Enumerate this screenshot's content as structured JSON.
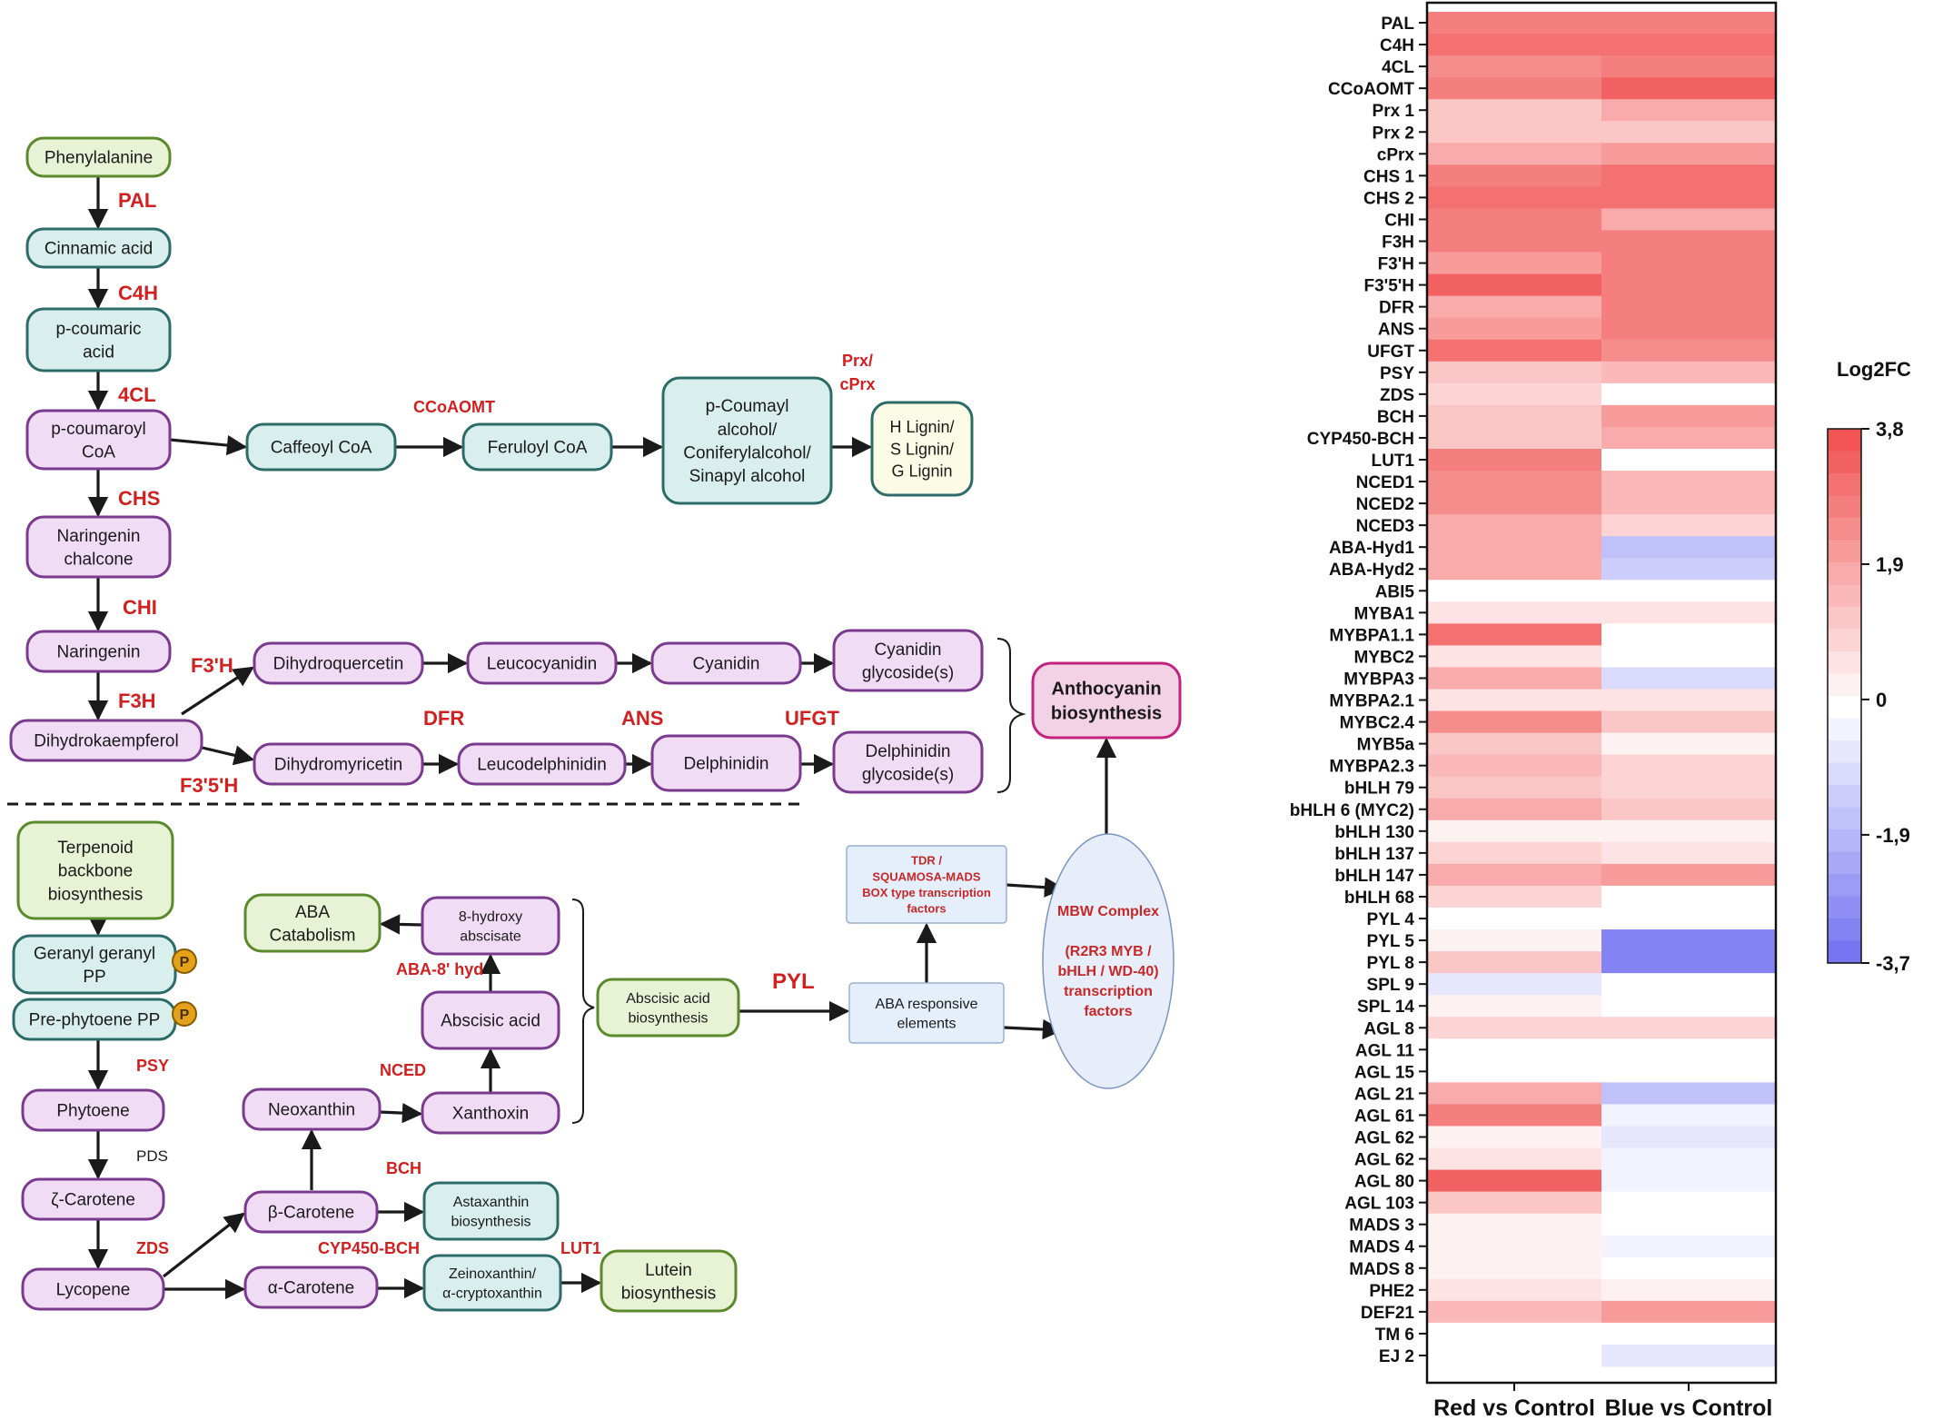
{
  "pathway": {
    "nodes": {
      "phenylalanine": [
        "Phenylalanine"
      ],
      "cinnamic": [
        "Cinnamic acid"
      ],
      "pcoumaric": [
        "p-coumaric",
        "acid"
      ],
      "pcoumaroyl": [
        "p-coumaroyl",
        "CoA"
      ],
      "caffeoyl": [
        "Caffeoyl CoA"
      ],
      "feruloyl": [
        "Feruloyl CoA"
      ],
      "alcohols": [
        "p-Coumayl",
        "alcohol/",
        "Coniferylalcohol/",
        "Sinapyl alcohol"
      ],
      "lignin": [
        "H Lignin/",
        "S Lignin/",
        "G Lignin"
      ],
      "naringenin_chalcone": [
        "Naringenin",
        "chalcone"
      ],
      "naringenin": [
        "Naringenin"
      ],
      "dihydrokaempferol": [
        "Dihydrokaempferol"
      ],
      "dihydroquercetin": [
        "Dihydroquercetin"
      ],
      "leucocyanidin": [
        "Leucocyanidin"
      ],
      "cyanidin": [
        "Cyanidin"
      ],
      "cyanidin_glyc": [
        "Cyanidin",
        "glycoside(s)"
      ],
      "dihydromyricetin": [
        "Dihydromyricetin"
      ],
      "leucodelphinidin": [
        "Leucodelphinidin"
      ],
      "delphinidin": [
        "Delphinidin"
      ],
      "delphinidin_glyc": [
        "Delphinidin",
        "glycoside(s)"
      ],
      "anthocyanin": [
        "Anthocyanin",
        "biosynthesis"
      ],
      "terpenoid": [
        "Terpenoid",
        "backbone",
        "biosynthesis"
      ],
      "ggpp": [
        "Geranyl geranyl",
        "PP"
      ],
      "prephytoene": [
        "Pre-phytoene PP"
      ],
      "phytoene": [
        "Phytoene"
      ],
      "zcarotene": [
        "ζ-Carotene"
      ],
      "lycopene": [
        "Lycopene"
      ],
      "bcarotene": [
        "β-Carotene"
      ],
      "acarotene": [
        "α-Carotene"
      ],
      "astaxanthin": [
        "Astaxanthin",
        "biosynthesis"
      ],
      "zeinoxanthin": [
        "Zeinoxanthin/",
        "α-cryptoxanthin"
      ],
      "lutein": [
        "Lutein",
        "biosynthesis"
      ],
      "neoxanthin": [
        "Neoxanthin"
      ],
      "xanthoxin": [
        "Xanthoxin"
      ],
      "abscisic_acid": [
        "Abscisic acid"
      ],
      "hydroxy_abscisate": [
        "8-hydroxy",
        "abscisate"
      ],
      "aba_catabolism": [
        "ABA",
        "Catabolism"
      ],
      "aba_biosynthesis": [
        "Abscisic acid",
        "biosynthesis"
      ],
      "aba_responsive": [
        "ABA responsive",
        "elements"
      ],
      "tdr": [
        "TDR /",
        "SQUAMOSA-MADS",
        "BOX type transcription",
        "factors"
      ],
      "mbw": [
        "MBW Complex",
        "",
        "(R2R3 MYB /",
        "bHLH / WD-40)",
        "transcription",
        "factors"
      ]
    },
    "p_badge": "P",
    "enzymes": {
      "pal": "PAL",
      "c4h": "C4H",
      "4cl": "4CL",
      "chs": "CHS",
      "chi": "CHI",
      "f3h": "F3H",
      "f3ph": "F3'H",
      "f35h": "F3'5'H",
      "dfr": "DFR",
      "ans": "ANS",
      "ufgt": "UFGT",
      "ccoaomt": "CCoAOMT",
      "prx": [
        "Prx/",
        "cPrx"
      ],
      "psy": "PSY",
      "pds": "PDS",
      "zds": "ZDS",
      "bch": "BCH",
      "cyp450bch": "CYP450-BCH",
      "lut1": "LUT1",
      "nced": "NCED",
      "aba8hyd": "ABA-8' hyd",
      "pyl": "PYL"
    }
  },
  "chart_data": {
    "type": "heatmap",
    "title": "",
    "columns": [
      "Red vs Control",
      "Blue vs Control"
    ],
    "rows": [
      "PAL",
      "C4H",
      "4CL",
      "CCoAOMT",
      "Prx 1",
      "Prx 2",
      "cPrx",
      "CHS 1",
      "CHS 2",
      "CHI",
      "F3H",
      "F3'H",
      "F3'5'H",
      "DFR",
      "ANS",
      "UFGT",
      "PSY",
      "ZDS",
      "BCH",
      "CYP450-BCH",
      "LUT1",
      "NCED1",
      "NCED2",
      "NCED3",
      "ABA-Hyd1",
      "ABA-Hyd2",
      "ABI5",
      "MYBA1",
      "MYBPA1.1",
      "MYBC2",
      "MYBPA3",
      "MYBPA2.1",
      "MYBC2.4",
      "MYB5a",
      "MYBPA2.3",
      "bHLH 79",
      "bHLH 6 (MYC2)",
      "bHLH 130",
      "bHLH 137",
      "bHLH 147",
      "bHLH 68",
      "PYL 4",
      "PYL 5",
      "PYL 8",
      "SPL 9",
      "SPL 14",
      "AGL 8",
      "AGL 11",
      "AGL 15",
      "AGL 21",
      "AGL 61",
      "AGL 62",
      "AGL 62",
      "AGL 80",
      "AGL 103",
      "MADS 3",
      "MADS 4",
      "MADS 8",
      "PHE2",
      "DEF21",
      "TM 6",
      "EJ 2"
    ],
    "values": [
      [
        2.9,
        2.9
      ],
      [
        3.3,
        3.3
      ],
      [
        2.5,
        2.9
      ],
      [
        3.0,
        3.6
      ],
      [
        1.3,
        1.8
      ],
      [
        1.2,
        1.4
      ],
      [
        2.0,
        2.3
      ],
      [
        2.9,
        3.3
      ],
      [
        3.1,
        3.3
      ],
      [
        3.0,
        1.9
      ],
      [
        3.0,
        2.9
      ],
      [
        2.2,
        2.9
      ],
      [
        3.4,
        2.7
      ],
      [
        1.9,
        2.9
      ],
      [
        2.3,
        2.9
      ],
      [
        3.2,
        2.4
      ],
      [
        1.3,
        1.7
      ],
      [
        1.1,
        0.0
      ],
      [
        1.4,
        2.2
      ],
      [
        1.2,
        1.8
      ],
      [
        2.8,
        0.0
      ],
      [
        2.6,
        1.7
      ],
      [
        2.6,
        1.5
      ],
      [
        1.9,
        1.1
      ],
      [
        1.8,
        -1.5
      ],
      [
        1.9,
        -1.1
      ],
      [
        0.0,
        0.0
      ],
      [
        0.7,
        0.7
      ],
      [
        3.1,
        0.0
      ],
      [
        0.7,
        0.0
      ],
      [
        1.8,
        -0.8
      ],
      [
        0.6,
        0.5
      ],
      [
        2.4,
        1.4
      ],
      [
        1.4,
        0.3
      ],
      [
        1.5,
        0.9
      ],
      [
        1.3,
        0.8
      ],
      [
        2.0,
        1.2
      ],
      [
        0.4,
        0.3
      ],
      [
        0.9,
        0.6
      ],
      [
        1.8,
        2.3
      ],
      [
        0.9,
        0.0
      ],
      [
        0.1,
        0.1
      ],
      [
        0.2,
        -3.2
      ],
      [
        1.2,
        -3.0
      ],
      [
        -0.5,
        0.1
      ],
      [
        0.2,
        0.1
      ],
      [
        1.0,
        0.8
      ],
      [
        0.1,
        0.0
      ],
      [
        0.1,
        0.1
      ],
      [
        2.0,
        -1.6
      ],
      [
        3.0,
        -0.4
      ],
      [
        0.4,
        -0.7
      ],
      [
        0.5,
        -0.3
      ],
      [
        3.4,
        -0.3
      ],
      [
        1.2,
        0.0
      ],
      [
        0.3,
        0.0
      ],
      [
        0.4,
        -0.4
      ],
      [
        0.4,
        0.1
      ],
      [
        0.5,
        0.2
      ],
      [
        1.5,
        2.3
      ],
      [
        0.1,
        0.0
      ],
      [
        0.1,
        -0.6
      ]
    ],
    "colorbar": {
      "title": "Log2FC",
      "range": [
        -3.7,
        3.8
      ],
      "ticks": [
        "3,8",
        "1,9",
        "0",
        "-1,9",
        "-3,7"
      ],
      "tick_values": [
        3.8,
        1.9,
        0,
        -1.9,
        -3.7
      ],
      "low_color": "#6a6af2",
      "mid_color": "#ffffff",
      "high_color": "#f25454"
    }
  }
}
